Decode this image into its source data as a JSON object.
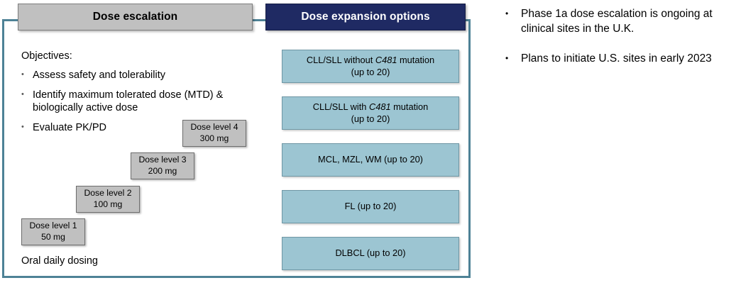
{
  "frame": {
    "border_color": "#4E8296"
  },
  "headers": {
    "left": {
      "label": "Dose escalation",
      "bg_color": "#C0C0C0",
      "text_color": "#000000"
    },
    "right": {
      "label": "Dose expansion options",
      "bg_color": "#1F2A63",
      "text_color": "#FFFFFF"
    }
  },
  "escalation": {
    "objectives_title": "Objectives:",
    "bullet_glyph": "•",
    "objectives": [
      "Assess safety and tolerability",
      "Identify maximum tolerated dose (MTD) & biologically active dose",
      "Evaluate PK/PD"
    ],
    "dose_levels": [
      {
        "name": "Dose level 1",
        "dose": "50 mg"
      },
      {
        "name": "Dose level 2",
        "dose": "100 mg"
      },
      {
        "name": "Dose level 3",
        "dose": "200 mg"
      },
      {
        "name": "Dose level 4",
        "dose": "300 mg"
      }
    ],
    "dosing_note": "Oral daily dosing",
    "box_color": "#C0C0C0"
  },
  "expansion": {
    "box_color": "#9CC5D2",
    "cohorts": [
      {
        "line1_pre": "CLL/SLL without ",
        "line1_italic": "C481",
        "line1_post": " mutation",
        "line2": "(up to 20)"
      },
      {
        "line1_pre": "CLL/SLL with ",
        "line1_italic": "C481",
        "line1_post": " mutation",
        "line2": "(up to 20)"
      },
      {
        "line1_pre": "MCL, MZL, WM (up to 20)",
        "line1_italic": "",
        "line1_post": "",
        "line2": ""
      },
      {
        "line1_pre": "FL (up to 20)",
        "line1_italic": "",
        "line1_post": "",
        "line2": ""
      },
      {
        "line1_pre": "DLBCL (up to 20)",
        "line1_italic": "",
        "line1_post": "",
        "line2": ""
      }
    ]
  },
  "notes": {
    "bullet_glyph": "•",
    "items": [
      "Phase 1a dose escalation is ongoing at clinical sites in the U.K.",
      "Plans to initiate U.S. sites in early 2023"
    ]
  }
}
